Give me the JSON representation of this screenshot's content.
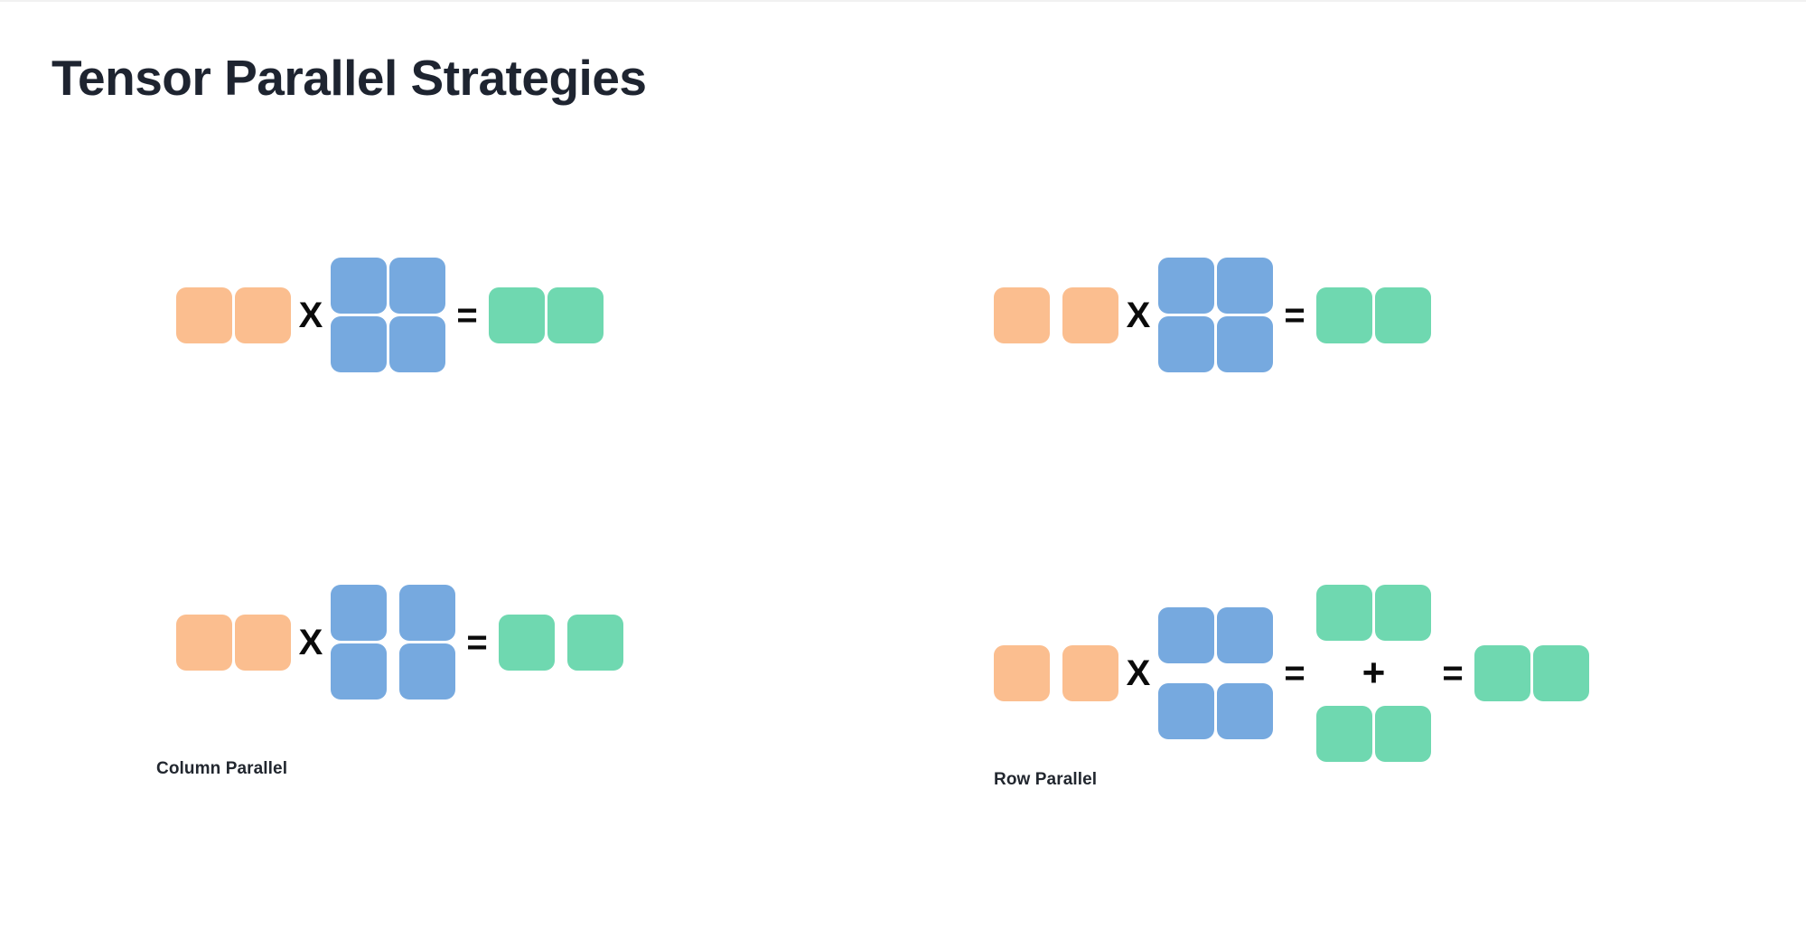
{
  "page": {
    "title": "Tensor Parallel Strategies",
    "background_color": "#ffffff"
  },
  "colors": {
    "input_orange": "#FBBE8F",
    "weight_blue": "#76A9DF",
    "output_green": "#6FD8B0",
    "title_text": "#1e2430",
    "label_text": "#22272f",
    "operator_text": "#0b0b0b"
  },
  "operators": {
    "multiply": "X",
    "equals": "=",
    "plus": "+"
  },
  "diagrams": {
    "column_parallel": {
      "label": "Column Parallel",
      "top": {
        "name": "full-matmul",
        "input": {
          "rows": 1,
          "cols": 2,
          "color": "orange",
          "split": "none"
        },
        "weight": {
          "rows": 2,
          "cols": 2,
          "color": "blue",
          "split": "none"
        },
        "output": {
          "rows": 1,
          "cols": 2,
          "color": "green",
          "split": "none"
        }
      },
      "bottom": {
        "name": "column-sharded-matmul",
        "input": {
          "rows": 1,
          "cols": 2,
          "color": "orange",
          "split": "none"
        },
        "weight": {
          "rows": 2,
          "cols": 2,
          "color": "blue",
          "split": "columns"
        },
        "output": {
          "rows": 1,
          "cols": 2,
          "color": "green",
          "split": "columns"
        }
      }
    },
    "row_parallel": {
      "label": "Row Parallel",
      "top": {
        "name": "full-matmul",
        "input": {
          "rows": 1,
          "cols": 2,
          "color": "orange",
          "split": "columns"
        },
        "weight": {
          "rows": 2,
          "cols": 2,
          "color": "blue",
          "split": "none"
        },
        "output": {
          "rows": 1,
          "cols": 2,
          "color": "green",
          "split": "none"
        }
      },
      "bottom": {
        "name": "row-sharded-matmul-with-allreduce",
        "input": {
          "rows": 1,
          "cols": 2,
          "color": "orange",
          "split": "columns"
        },
        "weight": {
          "rows": 2,
          "cols": 2,
          "color": "blue",
          "split": "rows"
        },
        "partials": [
          {
            "rows": 1,
            "cols": 2,
            "color": "green"
          },
          {
            "rows": 1,
            "cols": 2,
            "color": "green"
          }
        ],
        "output": {
          "rows": 1,
          "cols": 2,
          "color": "green",
          "split": "none"
        }
      }
    }
  }
}
